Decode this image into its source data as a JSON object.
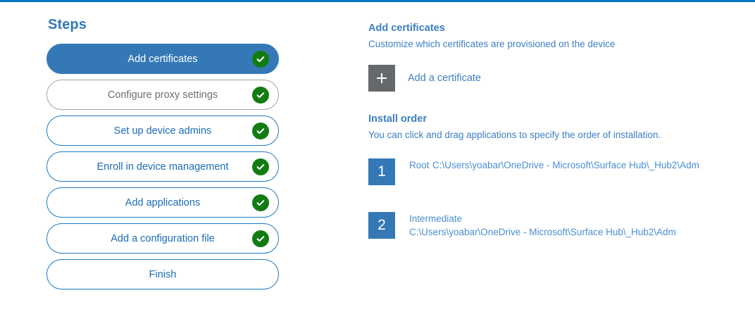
{
  "accent": {
    "top_rule": "#0078c8",
    "active_step": "#3479b5",
    "step_border": "#1a7ac4",
    "step_text": "#1a6bb5",
    "disabled_border": "#a3a3a3",
    "disabled_text": "#6e6e6e",
    "check_green": "#127c12",
    "plus_grey": "#65696c",
    "badge_blue": "#3479b5",
    "heading_blue": "#3c7fc0",
    "path_blue": "#4a8fd0"
  },
  "steps_panel": {
    "title": "Steps",
    "items": [
      {
        "label": "Add certificates",
        "state": "active",
        "completed": true
      },
      {
        "label": "Configure proxy settings",
        "state": "disabled",
        "completed": true
      },
      {
        "label": "Set up device admins",
        "state": "enabled",
        "completed": true
      },
      {
        "label": "Enroll in device management",
        "state": "enabled",
        "completed": true
      },
      {
        "label": "Add applications",
        "state": "enabled",
        "completed": true
      },
      {
        "label": "Add a configuration file",
        "state": "enabled",
        "completed": true
      },
      {
        "label": "Finish",
        "state": "enabled",
        "completed": false
      }
    ]
  },
  "detail": {
    "title": "Add certificates",
    "subtitle": "Customize which certificates are provisioned on the device",
    "add_certificate": {
      "icon": "plus-icon",
      "label": "Add a certificate"
    },
    "install_order": {
      "title": "Install order",
      "subtitle": "You can click and drag applications to specify the order of installation.",
      "items": [
        {
          "number": "1",
          "name": "Root",
          "path": "C:\\Users\\yoabar\\OneDrive - Microsoft\\Surface Hub\\_Hub2\\Adm"
        },
        {
          "number": "2",
          "name": "Intermediate",
          "path": "C:\\Users\\yoabar\\OneDrive - Microsoft\\Surface Hub\\_Hub2\\Adm"
        }
      ]
    }
  }
}
